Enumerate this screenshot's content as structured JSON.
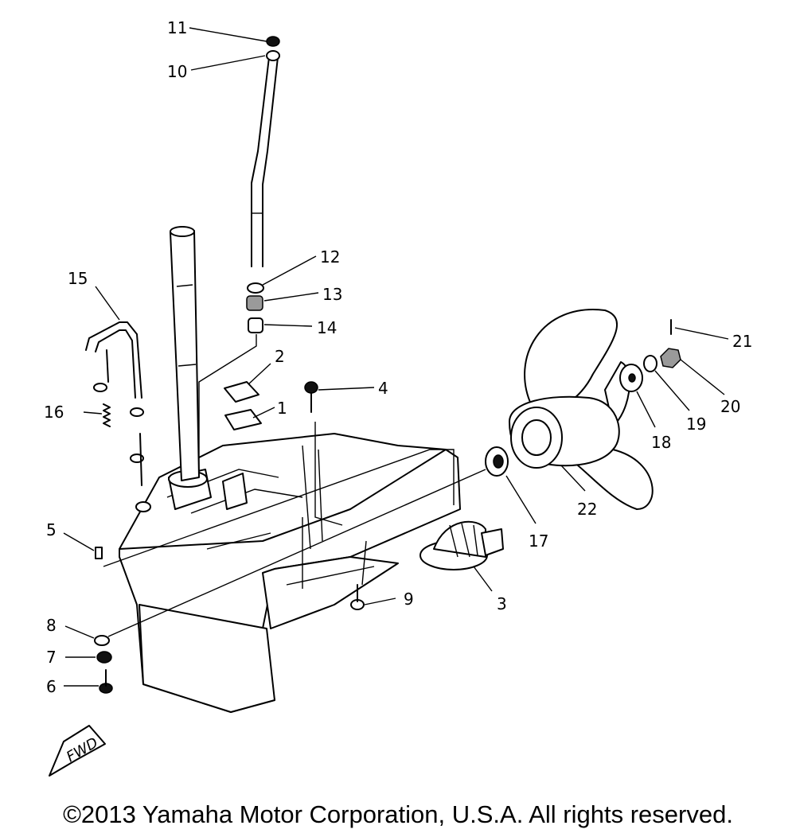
{
  "diagram": {
    "callouts": [
      "1",
      "2",
      "3",
      "4",
      "5",
      "6",
      "7",
      "8",
      "9",
      "10",
      "11",
      "12",
      "13",
      "14",
      "15",
      "16",
      "17",
      "18",
      "19",
      "20",
      "21",
      "22"
    ],
    "fwd_label": "FWD"
  },
  "copyright": "©2013 Yamaha Motor Corporation, U.S.A. All rights reserved."
}
